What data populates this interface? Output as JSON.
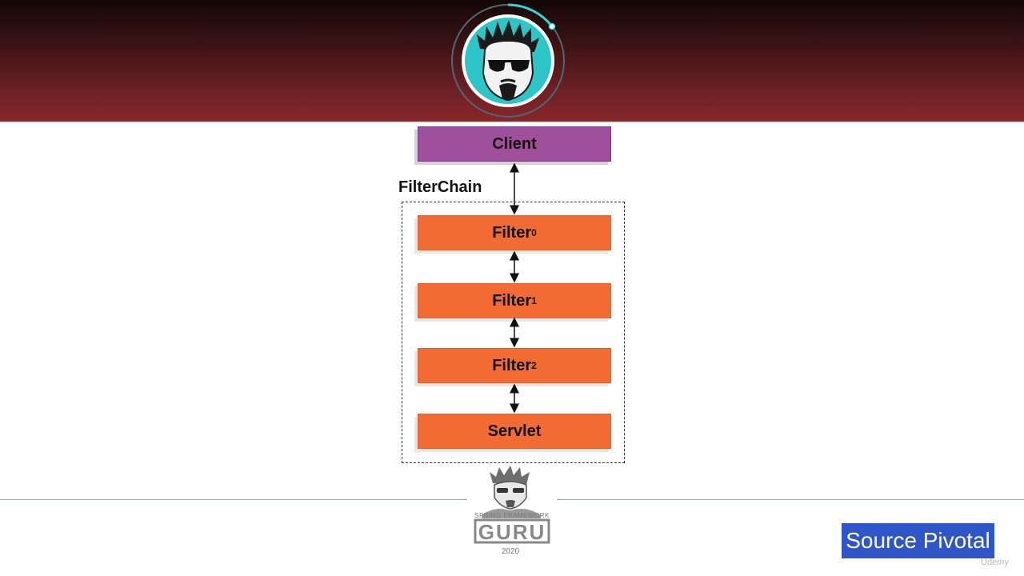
{
  "diagram": {
    "nodes": [
      {
        "label": "Client",
        "subscript": ""
      },
      {
        "label": "Filter",
        "subscript": "0"
      },
      {
        "label": "Filter",
        "subscript": "1"
      },
      {
        "label": "Filter",
        "subscript": "2"
      },
      {
        "label": "Servlet",
        "subscript": ""
      }
    ],
    "group_label": "FilterChain"
  },
  "footer_logo": {
    "wordmark_top": "SPRING FRAMEWORK",
    "wordmark_main": "GURU",
    "year": "2020"
  },
  "source_badge": "Source Pivotal",
  "watermark": "Udemy",
  "colors": {
    "header_top": "#140707",
    "header_bottom": "#88262b",
    "client_box": "#a0509a",
    "filter_box": "#f26b33",
    "badge": "#2e56c8"
  }
}
